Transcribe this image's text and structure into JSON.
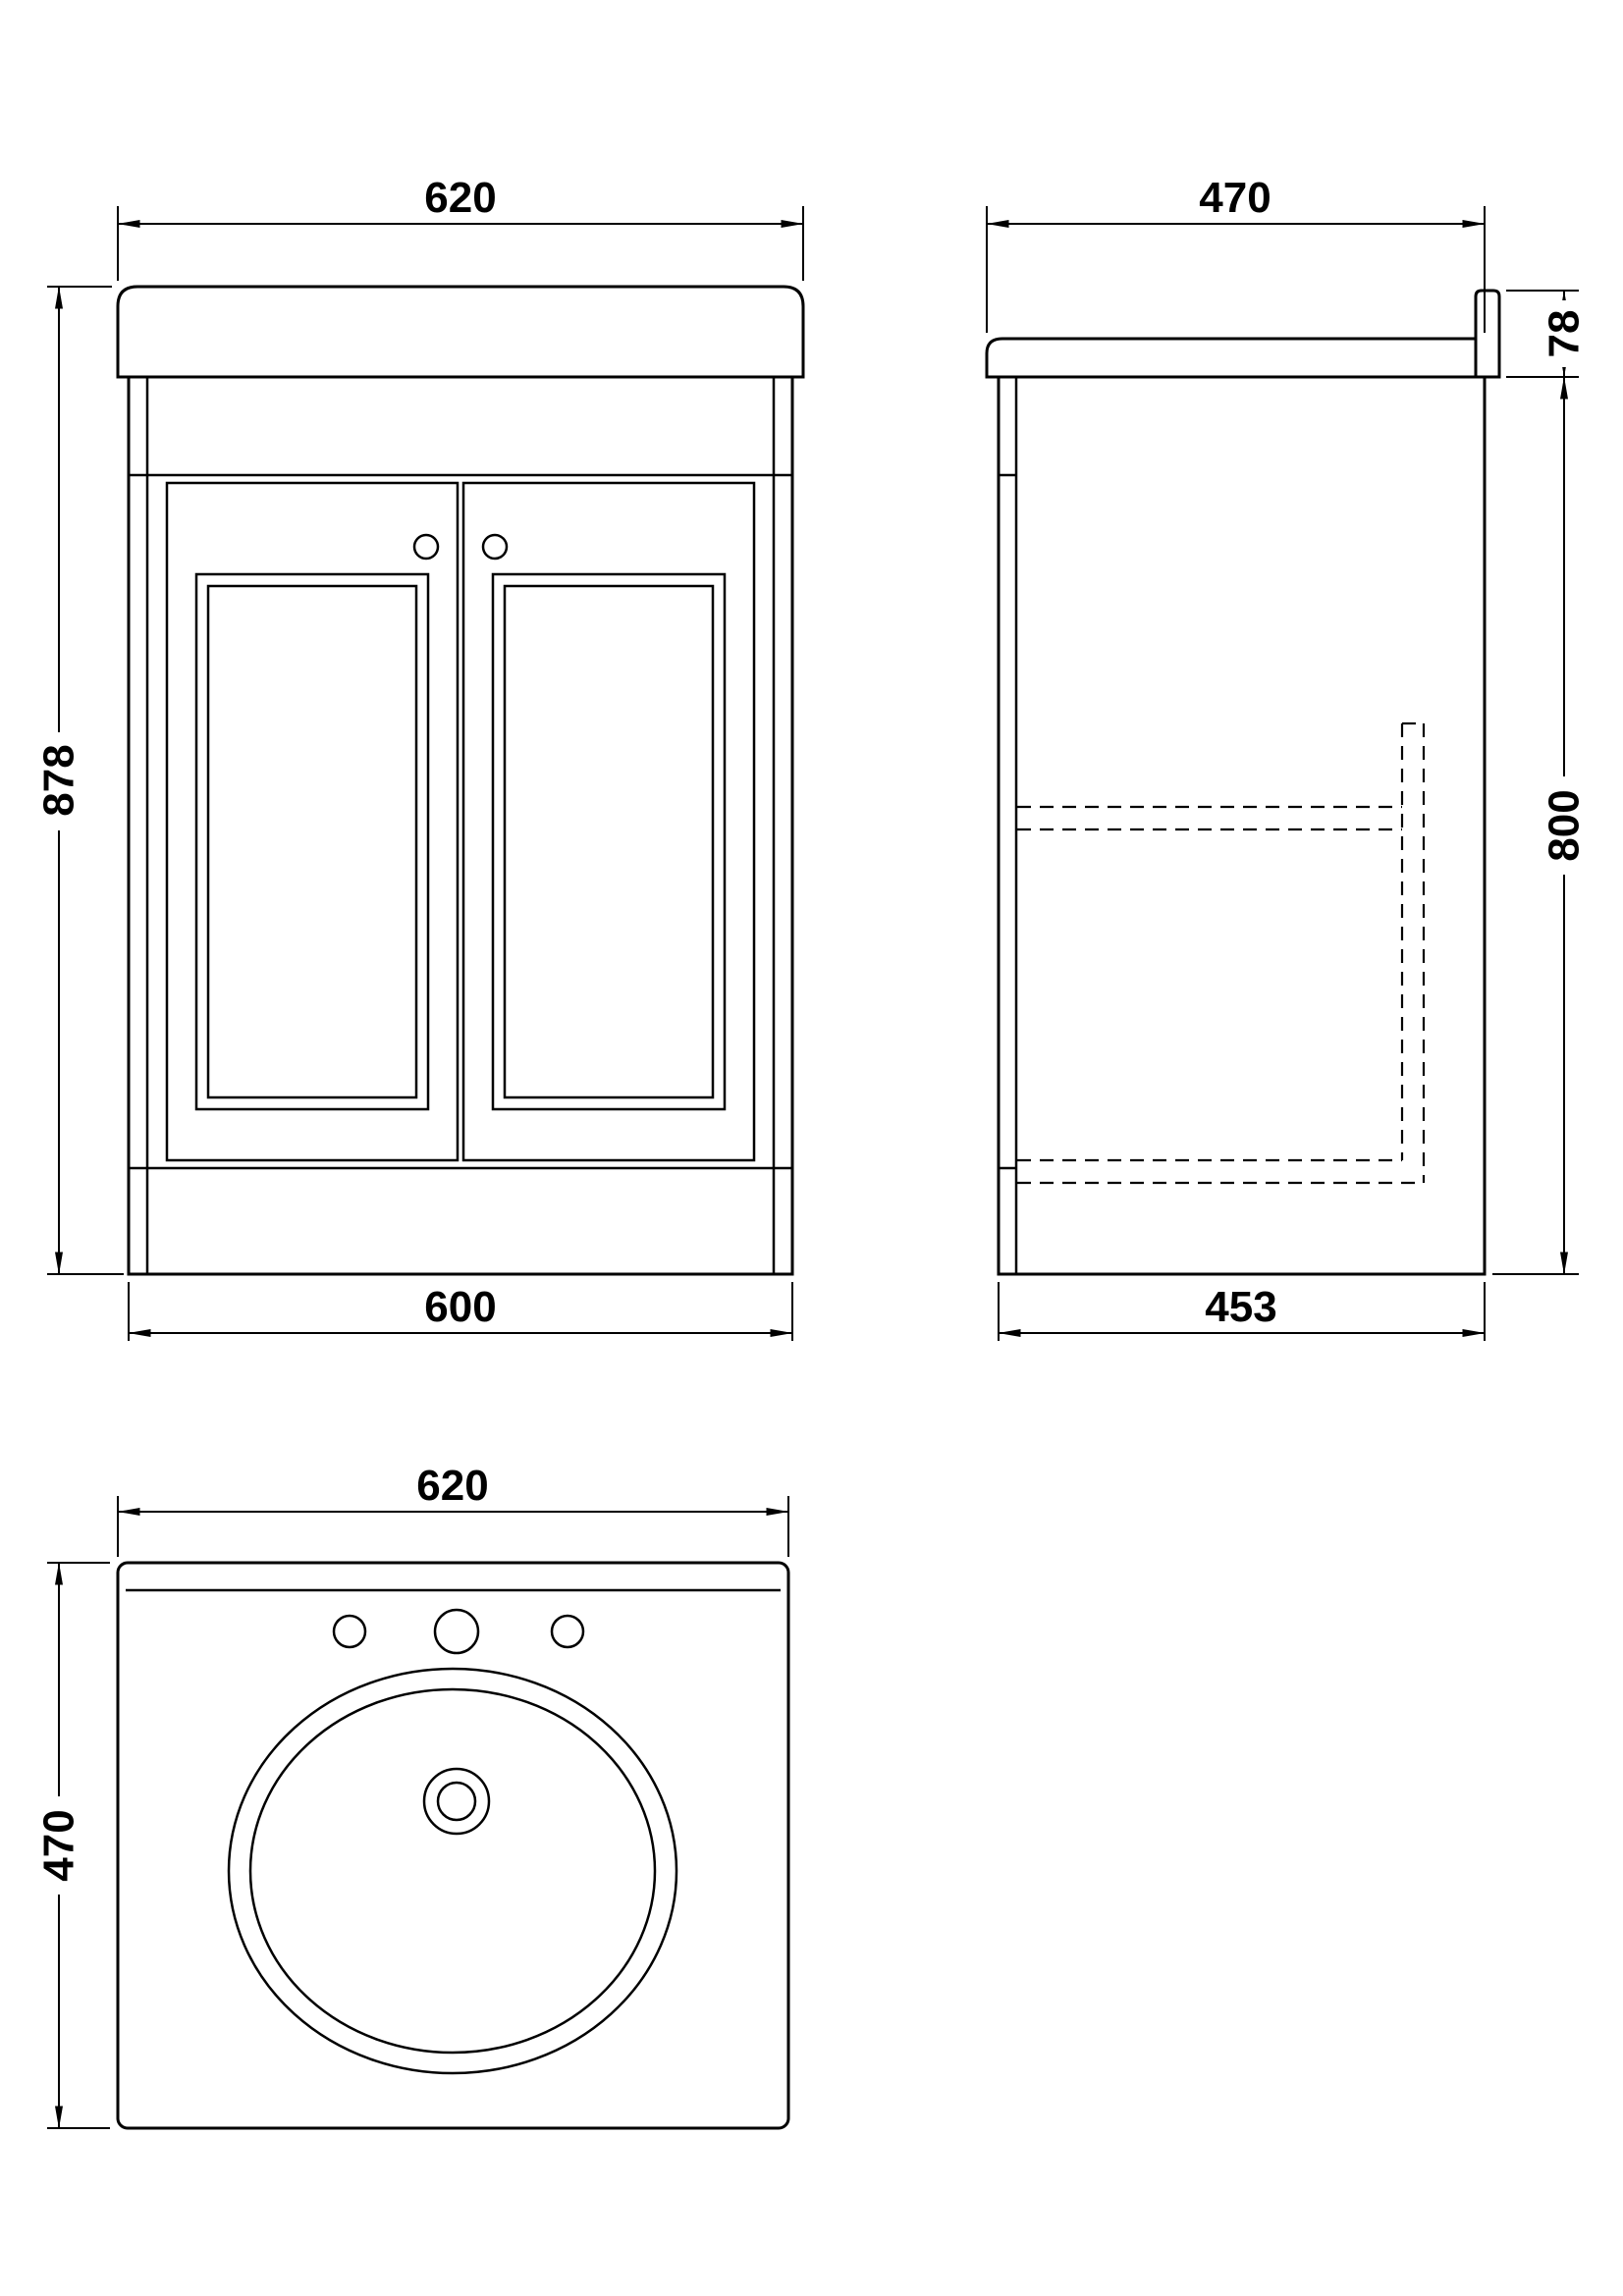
{
  "colors": {
    "line": "#000000",
    "background": "#ffffff"
  },
  "front_view": {
    "top_width": "620",
    "overall_height": "878",
    "cabinet_width": "600"
  },
  "side_view": {
    "worktop_depth": "470",
    "worktop_upstand_height": "78",
    "cabinet_height": "800",
    "cabinet_depth": "453"
  },
  "plan_view": {
    "worktop_width": "620",
    "worktop_depth": "470"
  }
}
